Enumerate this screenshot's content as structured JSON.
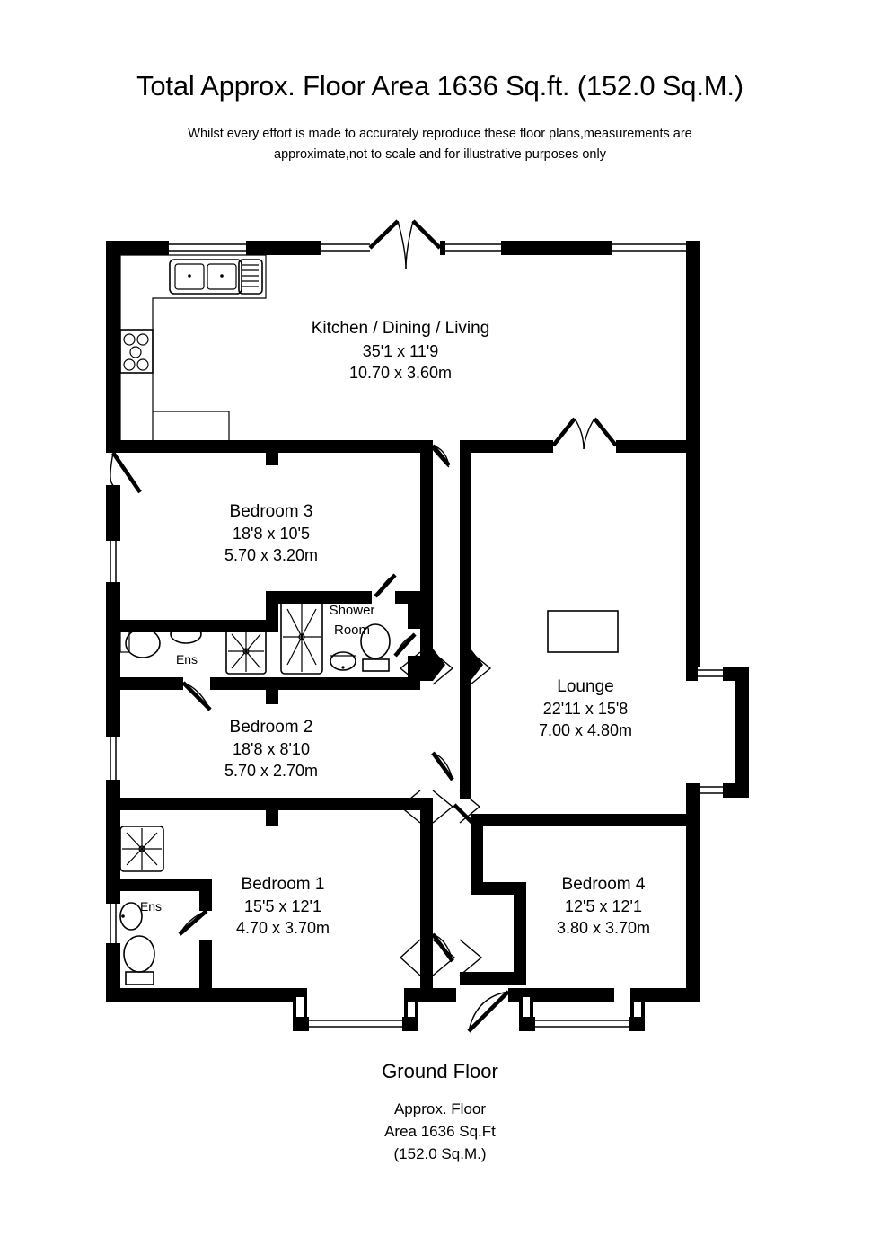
{
  "header": {
    "title": "Total Approx. Floor Area 1636 Sq.ft. (152.0 Sq.M.)",
    "disclaimer_line1": "Whilst every effort is made to accurately reproduce these floor plans,measurements are",
    "disclaimer_line2": "approximate,not to scale and for illustrative purposes only"
  },
  "footer": {
    "floor_name": "Ground Floor",
    "area_line1": "Approx. Floor",
    "area_line2": "Area 1636 Sq.Ft",
    "area_line3": "(152.0 Sq.M.)"
  },
  "rooms": [
    {
      "id": "kitchen-dining-living",
      "name": "Kitchen / Dining / Living",
      "dim_imperial": "35'1 x 11'9",
      "dim_metric": "10.70 x 3.60m"
    },
    {
      "id": "bedroom-3",
      "name": "Bedroom 3",
      "dim_imperial": "18'8 x 10'5",
      "dim_metric": "5.70 x 3.20m"
    },
    {
      "id": "bedroom-2",
      "name": "Bedroom 2",
      "dim_imperial": "18'8 x 8'10",
      "dim_metric": "5.70 x 2.70m"
    },
    {
      "id": "bedroom-1",
      "name": "Bedroom 1",
      "dim_imperial": "15'5 x 12'1",
      "dim_metric": "4.70 x 3.70m"
    },
    {
      "id": "bedroom-4",
      "name": "Bedroom 4",
      "dim_imperial": "12'5 x 12'1",
      "dim_metric": "3.80 x 3.70m"
    },
    {
      "id": "lounge",
      "name": "Lounge",
      "dim_imperial": "22'11 x 15'8",
      "dim_metric": "7.00 x 4.80m"
    }
  ],
  "small_rooms": {
    "shower_room_line1": "Shower",
    "shower_room_line2": "Room",
    "ensuite_upper": "Ens",
    "ensuite_lower": "Ens"
  },
  "fixtures": {
    "sink": "kitchen-sink-icon",
    "hob": "kitchen-hob-icon",
    "shower_ensuite_upper": "shower-tray-icon",
    "shower_room_tray": "shower-tray-icon",
    "shower_ensuite_lower": "shower-tray-icon",
    "toilet_ensuite_upper": "toilet-icon",
    "toilet_shower_room": "toilet-icon",
    "toilet_ensuite_lower": "toilet-icon",
    "basin_ensuite_upper": "basin-icon",
    "basin_shower_room": "basin-icon",
    "basin_ensuite_lower": "basin-icon",
    "fireplace": "fireplace-icon"
  },
  "colors": {
    "wall": "#000000",
    "background": "#ffffff",
    "fixture_stroke": "#000000"
  }
}
